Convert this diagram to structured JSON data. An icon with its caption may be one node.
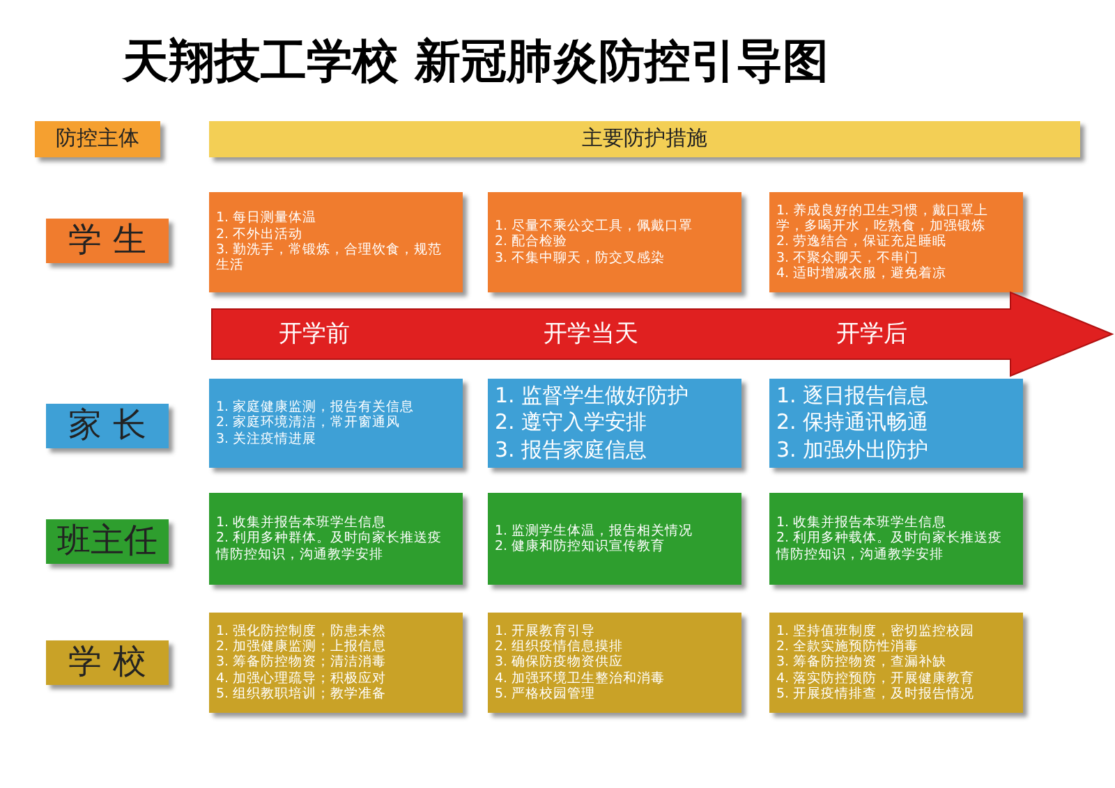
{
  "diagram": {
    "title": "天翔技工学校 新冠肺炎防控引导图",
    "nodes": [
      {
        "text": [
          "防控主体"
        ]
      },
      {
        "text": [
          "主要防护措施"
        ]
      },
      {
        "text": [
          "学 生"
        ]
      },
      {
        "text": [
          "1. 每日测量体温",
          "2. 不外出活动",
          "3. 勤洗手，常锻炼，合理饮食，规范生活"
        ]
      },
      {
        "text": [
          "1. 尽量不乘公交工具，佩戴口罩",
          "2. 配合检验",
          "3. 不集中聊天，防交叉感染"
        ]
      },
      {
        "text": [
          "1. 养成良好的卫生习惯，戴口罩上学，多喝开水，吃熟食，加强锻炼",
          "2. 劳逸结合，保证充足睡眠",
          "3. 不聚众聊天，不串门",
          "4. 适时增减衣服，避免着凉"
        ]
      },
      {
        "text": [
          "开学前",
          "开学当天",
          "开学后"
        ]
      },
      {
        "text": [
          "家 长"
        ]
      },
      {
        "text": [
          "1. 家庭健康监测，报告有关信息",
          "2. 家庭环境清洁，常开窗通风",
          "3. 关注疫情进展"
        ]
      },
      {
        "text": [
          "1. 监督学生做好防护",
          "2. 遵守入学安排",
          "3. 报告家庭信息"
        ]
      },
      {
        "text": [
          "1. 逐日报告信息",
          "2. 保持通讯畅通",
          "3. 加强外出防护"
        ]
      },
      {
        "text": [
          "班主任"
        ]
      },
      {
        "text": [
          "1. 收集并报告本班学生信息",
          "2. 利用多种群体。及时向家长推送疫情防控知识，沟通教学安排"
        ]
      },
      {
        "text": [
          "1. 监测学生体温，报告相关情况",
          "2. 健康和防控知识宣传教育"
        ]
      },
      {
        "text": [
          "1. 收集并报告本班学生信息",
          "2. 利用多种载体。及时向家长推送疫情防控知识，沟通教学安排"
        ]
      },
      {
        "text": [
          "学 校"
        ]
      },
      {
        "text": [
          "1. 强化防控制度，防患未然",
          "2. 加强健康监测；上报信息",
          "3. 筹备防控物资；清洁消毒",
          "4. 加强心理疏导；积极应对",
          "5. 组织教职培训；教学准备"
        ]
      },
      {
        "text": [
          "1. 开展教育引导",
          "2. 组织疫情信息摸排",
          "3. 确保防疫物资供应",
          "4. 加强环境卫生整治和消毒",
          "5. 严格校园管理"
        ]
      },
      {
        "text": [
          "1. 坚持值班制度，密切监控校园",
          "2. 全款实施预防性消毒",
          "3. 筹备防控物资，查漏补缺",
          "4. 落实防控预防，开展健康教育",
          "5. 开展疫情排查，及时报告情况"
        ]
      }
    ],
    "edges": []
  }
}
